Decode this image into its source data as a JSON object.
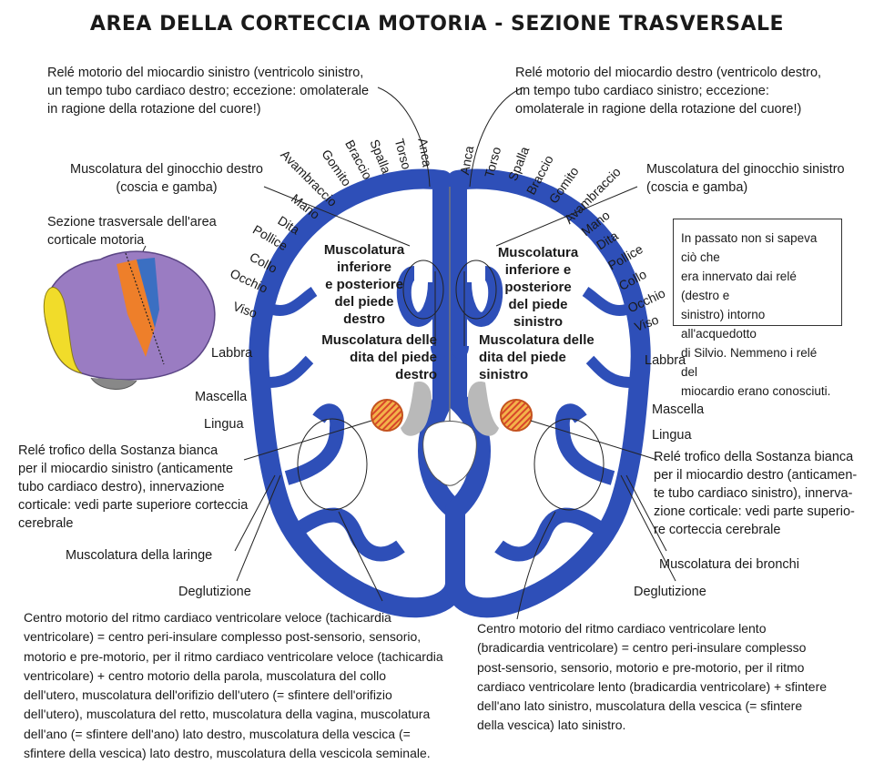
{
  "title": "AREA DELLA CORTECCIA MOTORIA - SEZIONE TRASVERSALE",
  "top_left_label": [
    "Relé motorio del miocardio sinistro (ventricolo sinistro,",
    "un tempo tubo cardiaco destro; eccezione: omolaterale",
    "in ragione della rotazione del cuore!)"
  ],
  "top_right_label": [
    "Relé motorio del miocardio destro (ventricolo destro,",
    "un tempo tubo cardiaco sinistro; eccezione:",
    "omolaterale in ragione della rotazione del cuore!)"
  ],
  "knee_right_label": [
    "Muscolatura del ginocchio destro",
    "(coscia e gamba)"
  ],
  "knee_left_label": [
    "Muscolatura del ginocchio sinistro",
    "(coscia e gamba)"
  ],
  "section_label": [
    "Sezione trasversale dell'area",
    "corticale motoria"
  ],
  "homunculus_left": [
    "Anca",
    "Torso",
    "Spalla",
    "Braccio",
    "Gomito",
    "Avambraccio",
    "Mano",
    "Dita",
    "Pollice",
    "Collo",
    "Occhio",
    "Viso",
    "Labbra",
    "Mascella",
    "Lingua"
  ],
  "homunculus_right": [
    "Anca",
    "Torso",
    "Spalla",
    "Braccio",
    "Gomito",
    "Avambraccio",
    "Mano",
    "Dita",
    "Pollice",
    "Collo",
    "Occhio",
    "Viso",
    "Labbra",
    "Mascella",
    "Lingua"
  ],
  "center_left_bold": [
    "Muscolatura",
    "inferiore",
    "e posteriore",
    "del piede",
    "destro"
  ],
  "center_right_bold": [
    "Muscolatura",
    "inferiore e",
    "posteriore",
    "del piede",
    "sinistro"
  ],
  "toes_right_bold": [
    "Muscolatura delle",
    "dita del piede",
    "destro"
  ],
  "toes_left_bold": [
    "Muscolatura delle",
    "dita del piede",
    "sinistro"
  ],
  "note_box": [
    "In passato non si sapeva ciò che",
    "era innervato dai relé (destro e",
    "sinistro) intorno all'acquedotto",
    "di Silvio. Nemmeno i relé del",
    "miocardio erano conosciuti."
  ],
  "trophic_left": [
    "Relé trofico della Sostanza bianca",
    "per il miocardio sinistro (anticamente",
    "tubo cardiaco destro), innervazione",
    "corticale: vedi parte superiore corteccia",
    "cerebrale"
  ],
  "trophic_right": [
    "Relé trofico della Sostanza bianca",
    "per il miocardio destro (anticamen-",
    "te tubo cardiaco sinistro), innerva-",
    "zione corticale: vedi parte superio-",
    "re corteccia cerebrale"
  ],
  "larynx_label": "Muscolatura della laringe",
  "bronchi_label": "Muscolatura dei bronchi",
  "swallow_left": "Deglutizione",
  "swallow_right": "Deglutizione",
  "bottom_left_text": [
    "Centro motorio del ritmo cardiaco ventricolare veloce (tachicardia",
    "ventricolare) = centro peri-insulare complesso post-sensorio, sensorio,",
    "motorio e pre-motorio, per il ritmo cardiaco ventricolare veloce (tachicardia",
    "ventricolare) +  centro motorio della parola,  muscolatura del collo",
    "dell'utero,  muscolatura dell'orifizio dell'utero (= sfintere dell'orifizio",
    "dell'utero),  muscolatura del retto,  muscolatura della vagina, muscolatura",
    "dell'ano (= sfintere dell'ano) lato destro, muscolatura della vescica (=",
    "sfintere della vescica) lato destro, muscolatura della vescicola seminale."
  ],
  "bottom_right_text": [
    "Centro motorio del ritmo cardiaco ventricolare lento",
    "(bradicardia ventricolare) = centro peri-insulare complesso",
    "post-sensorio, sensorio, motorio e pre-motorio, per il ritmo",
    "cardiaco ventricolare lento (bradicardia ventricolare) +  sfintere",
    "dell'ano lato sinistro,  muscolatura della vescica (= sfintere",
    "della vescica) lato sinistro."
  ],
  "colors": {
    "cortex_blue": "#2e4fb8",
    "white_matter": "#ffffff",
    "ventricle_gray": "#b9b9b9",
    "relay_orange": "#e88a2a",
    "brain_purple": "#9a7cc2",
    "brain_yellow": "#f1dc2a",
    "brain_orange": "#ee7f2a",
    "brain_blue": "#3b6fc2"
  }
}
